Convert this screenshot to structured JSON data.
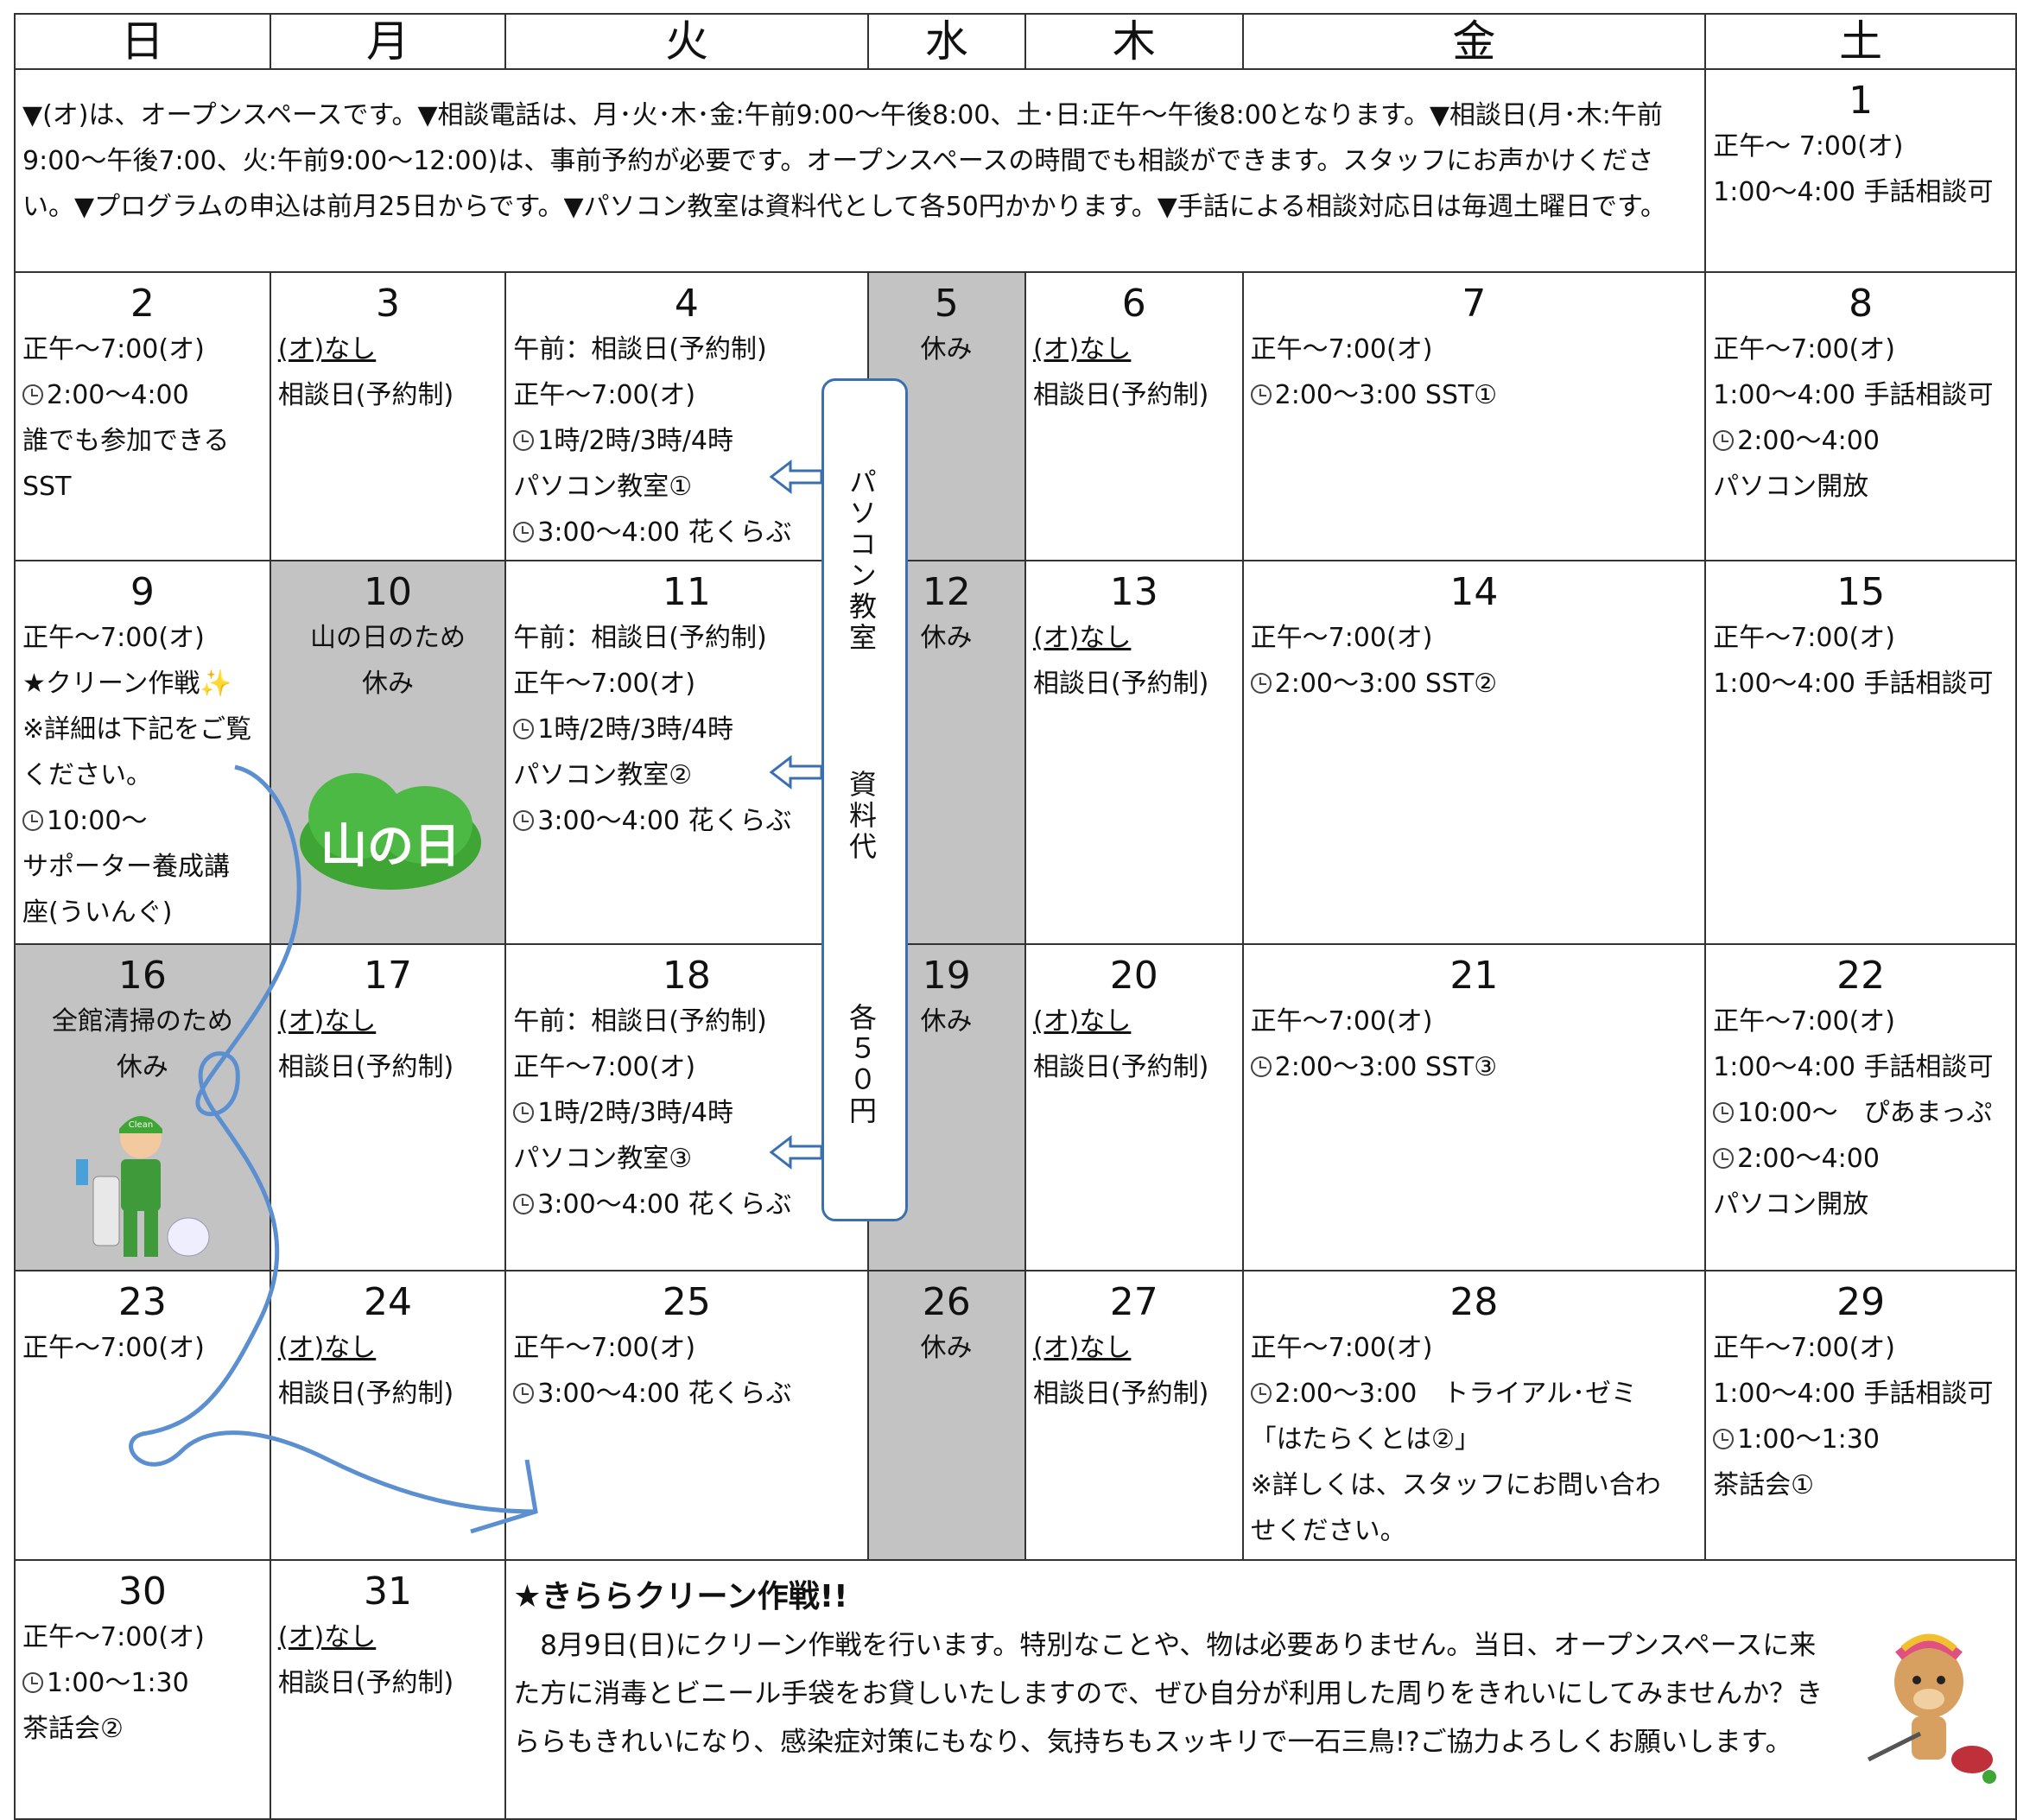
{
  "header": {
    "days": [
      "日",
      "月",
      "火",
      "水",
      "木",
      "金",
      "土"
    ]
  },
  "intro": "▼(オ)は、オープンスペースです。▼相談電話は、月･火･木･金:午前9:00～午後8:00、土･日:正午～午後8:00となります。▼相談日(月･木:午前9:00～午後7:00、火:午前9:00～12:00)は、事前予約が必要です。オープンスペースの時間でも相談ができます。スタッフにお声かけください。▼プログラムの申込は前月25日からです。▼パソコン教室は資料代として各50円かかります。▼手話による相談対応日は毎週土曜日です。",
  "day1": {
    "num": "1",
    "lines": [
      "正午～ 7:00(オ)",
      "1:00～4:00 手話相談可"
    ]
  },
  "week1": [
    {
      "num": "2",
      "lines": [
        "正午～7:00(オ)",
        "2:00～4:00",
        "誰でも参加できる",
        "SST"
      ]
    },
    {
      "num": "3",
      "lines": [
        "(オ)なし",
        "相談日(予約制)"
      ]
    },
    {
      "num": "4",
      "lines": [
        "午前：相談日(予約制)",
        "正午～7:00(オ)",
        "1時/2時/3時/4時",
        "パソコン教室①",
        "3:00～4:00 花くらぶ"
      ]
    },
    {
      "num": "5",
      "lines": [
        "休み"
      ]
    },
    {
      "num": "6",
      "lines": [
        "(オ)なし",
        "相談日(予約制)"
      ]
    },
    {
      "num": "7",
      "lines": [
        "正午～7:00(オ)",
        "2:00～3:00 SST①"
      ]
    },
    {
      "num": "8",
      "lines": [
        "正午～7:00(オ)",
        "1:00～4:00 手話相談可",
        "2:00～4:00",
        "パソコン開放"
      ]
    }
  ],
  "week2": [
    {
      "num": "9",
      "lines": [
        "正午～7:00(オ)",
        "★クリーン作戦✨",
        "※詳細は下記をご覧",
        "ください。",
        "10:00～",
        "サポーター養成講",
        "座(ういんぐ)"
      ]
    },
    {
      "num": "10",
      "lines": [
        "山の日のため",
        "休み"
      ],
      "logo": "山の日"
    },
    {
      "num": "11",
      "lines": [
        "午前：相談日(予約制)",
        "正午～7:00(オ)",
        "1時/2時/3時/4時",
        "パソコン教室②",
        "3:00～4:00 花くらぶ"
      ]
    },
    {
      "num": "12",
      "lines": [
        "休み"
      ]
    },
    {
      "num": "13",
      "lines": [
        "(オ)なし",
        "相談日(予約制)"
      ]
    },
    {
      "num": "14",
      "lines": [
        "正午～7:00(オ)",
        "2:00～3:00 SST②"
      ]
    },
    {
      "num": "15",
      "lines": [
        "正午～7:00(オ)",
        "1:00～4:00 手話相談可"
      ]
    }
  ],
  "week3": [
    {
      "num": "16",
      "lines": [
        "全館清掃のため",
        "休み"
      ],
      "badge": "Clean"
    },
    {
      "num": "17",
      "lines": [
        "(オ)なし",
        "相談日(予約制)"
      ]
    },
    {
      "num": "18",
      "lines": [
        "午前：相談日(予約制)",
        "正午～7:00(オ)",
        "1時/2時/3時/4時",
        "パソコン教室③",
        "3:00～4:00 花くらぶ"
      ]
    },
    {
      "num": "19",
      "lines": [
        "休み"
      ]
    },
    {
      "num": "20",
      "lines": [
        "(オ)なし",
        "相談日(予約制)"
      ]
    },
    {
      "num": "21",
      "lines": [
        "正午～7:00(オ)",
        "2:00～3:00 SST③"
      ]
    },
    {
      "num": "22",
      "lines": [
        "正午～7:00(オ)",
        "1:00～4:00 手話相談可",
        "10:00～　ぴあまっぷ",
        "2:00～4:00",
        "パソコン開放"
      ]
    }
  ],
  "week4": [
    {
      "num": "23",
      "lines": [
        "正午～7:00(オ)"
      ]
    },
    {
      "num": "24",
      "lines": [
        "(オ)なし",
        "相談日(予約制)"
      ]
    },
    {
      "num": "25",
      "lines": [
        "正午～7:00(オ)",
        "3:00～4:00 花くらぶ"
      ]
    },
    {
      "num": "26",
      "lines": [
        "休み"
      ]
    },
    {
      "num": "27",
      "lines": [
        "(オ)なし",
        "相談日(予約制)"
      ]
    },
    {
      "num": "28",
      "lines": [
        "正午～7:00(オ)",
        "2:00～3:00　トライアル･ゼミ",
        "「はたらくとは②」",
        "※詳しくは、スタッフにお問い合わ",
        "せください。"
      ]
    },
    {
      "num": "29",
      "lines": [
        "正午～7:00(オ)",
        "1:00～4:00 手話相談可",
        "1:00～1:30",
        "茶話会①"
      ]
    }
  ],
  "week5": [
    {
      "num": "30",
      "lines": [
        "正午～7:00(オ)",
        "1:00～1:30",
        "茶話会②"
      ]
    },
    {
      "num": "31",
      "lines": [
        "(オ)なし",
        "相談日(予約制)"
      ]
    }
  ],
  "clean": {
    "title": "★きららクリーン作戦!!",
    "body": "　8月9日(日)にクリーン作戦を行います。特別なことや、物は必要ありません。当日、オープンスペースに来た方に消毒とビニール手袋をお貸しいたしますので、ぜひ自分が利用した周りをきれいにしてみませんか？きららもきれいになり、感染症対策にもなり、気持ちもスッキリで一石三鳥!?ご協力よろしくお願いします。"
  },
  "pc_note": {
    "line1": "パソコン教室",
    "line2": "資料代",
    "line3": "各５０円"
  },
  "colors": {
    "gray": "#c3c3c3",
    "arrow": "#3a6fb0",
    "curve": "#5b8fd0",
    "logo_green": "#3fa535"
  }
}
